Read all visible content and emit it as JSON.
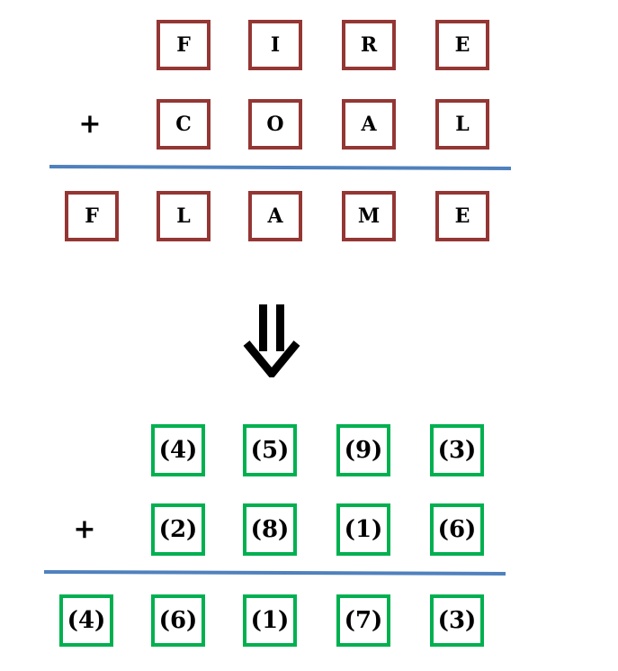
{
  "letters_puzzle": {
    "row1": [
      "F",
      "I",
      "R",
      "E"
    ],
    "operator": "+",
    "row2": [
      "C",
      "O",
      "A",
      "L"
    ],
    "result": [
      "F",
      "L",
      "A",
      "M",
      "E"
    ]
  },
  "digits_solution": {
    "row1": [
      "(4)",
      "(5)",
      "(9)",
      "(3)"
    ],
    "operator": "+",
    "row2": [
      "(2)",
      "(8)",
      "(1)",
      "(6)"
    ],
    "result": [
      "(4)",
      "(6)",
      "(1)",
      "(7)",
      "(3)"
    ]
  },
  "colors": {
    "letter_box_border": "#943634",
    "digit_box_border": "#00b050",
    "sum_line": "#4f81bd",
    "arrow": "#000000"
  },
  "icons": {
    "transition_arrow": "double-down-arrow-icon"
  }
}
